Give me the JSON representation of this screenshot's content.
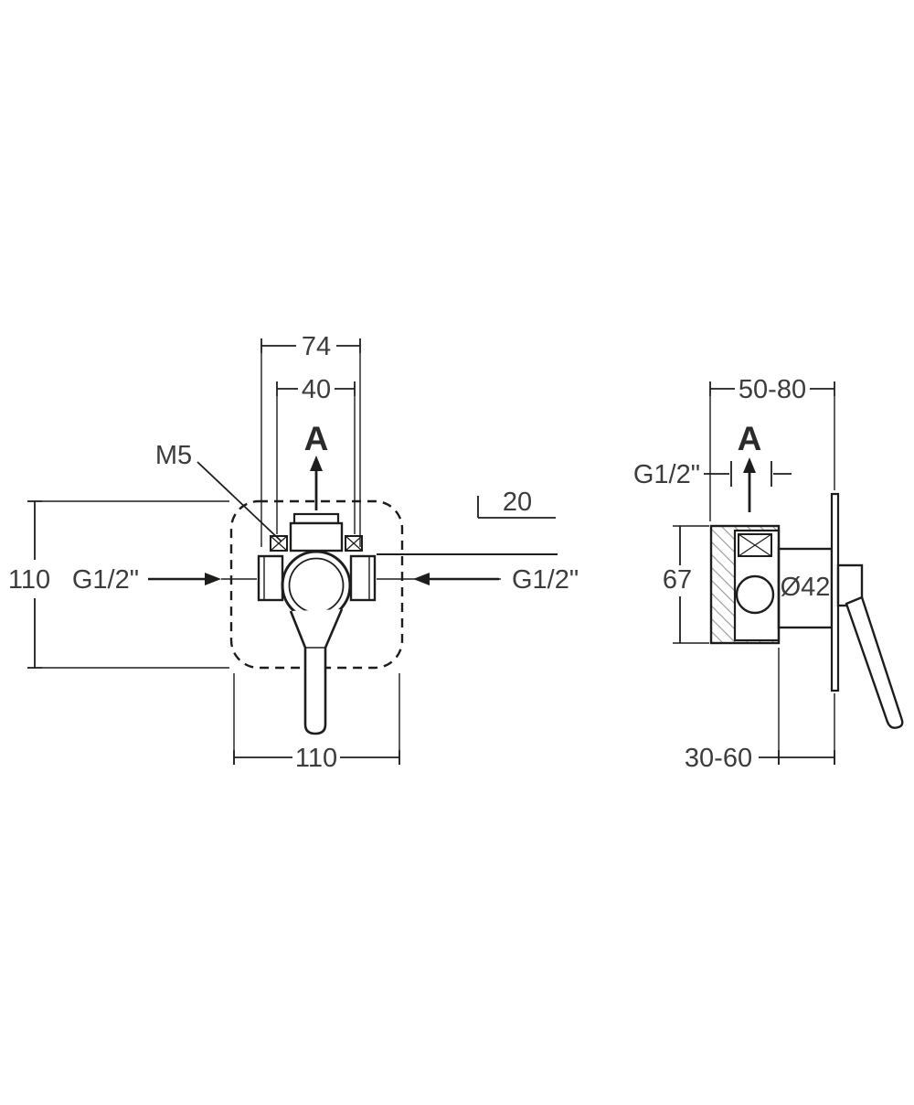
{
  "drawing": {
    "front": {
      "dim_top_outer": "74",
      "dim_top_inner": "40",
      "section_label": "A",
      "screw_label": "M5",
      "dim_offset": "20",
      "dim_height": "110",
      "inlet_left": "G1/2\"",
      "inlet_right": "G1/2\"",
      "dim_width": "110"
    },
    "side": {
      "dim_depth_total": "50-80",
      "outlet_label": "G1/2\"",
      "section_label": "A",
      "dim_box_height": "67",
      "dim_diameter": "Ø42",
      "dim_wall_depth": "30-60"
    },
    "colors": {
      "line": "#1d1d1b",
      "text": "#3c3c3b",
      "hatch": "#9d9d9c",
      "background": "#ffffff"
    }
  }
}
